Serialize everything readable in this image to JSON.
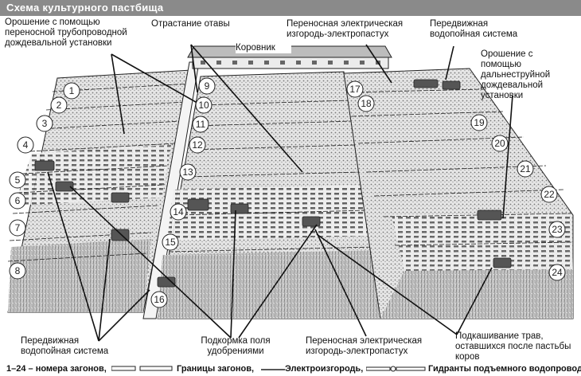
{
  "title": "Схема культурного пастбища",
  "labels": {
    "irrigation_pipe": "Орошение с помощью переносной трубопроводной дождевальной установки",
    "regrowth": "Отрастание отавы",
    "barn": "Коровник",
    "electric_fence_top": "Переносная электрическая изгородь-электропастух",
    "mobile_water_top": "Передвижная водопойная система",
    "irrigation_long_range": "Орошение с помощью дальнеструйной дождевальной установки",
    "mobile_water_bottom": "Передвижная водопойная система",
    "fertilizer": "Подкормка поля удобрениями",
    "electric_fence_bottom": "Переносная электрическая изгородь-электропастух",
    "mowing": "Подкашивание трав, оставшихся после пастьбы коров"
  },
  "plots": [
    "1",
    "2",
    "3",
    "4",
    "5",
    "6",
    "7",
    "8",
    "9",
    "10",
    "11",
    "12",
    "13",
    "14",
    "15",
    "16",
    "17",
    "18",
    "19",
    "20",
    "21",
    "22",
    "23",
    "24"
  ],
  "legend": {
    "numbers": "1–24 – номера загонов,",
    "borders": "Границы загонов,",
    "electric_fence": "Электроизгородь,",
    "hydrants": "Гидранты подъемного водопровода"
  },
  "colors": {
    "header_bg": "#8a8a8a",
    "line": "#222222",
    "field": "#d8d8d8"
  }
}
